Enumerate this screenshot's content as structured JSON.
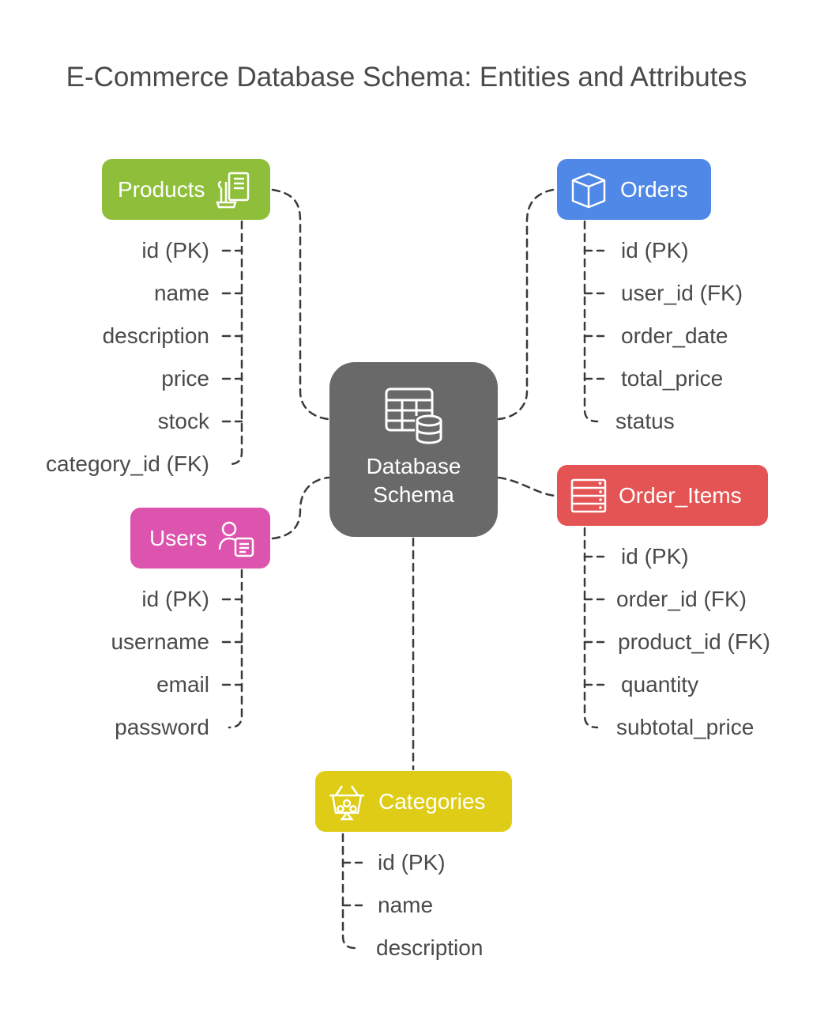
{
  "title": "E-Commerce Database Schema: Entities and Attributes",
  "center": {
    "label_line1": "Database",
    "label_line2": "Schema",
    "icon": "database-table-icon",
    "color": "#696969"
  },
  "products": {
    "label": "Products",
    "icon": "product-catalog-icon",
    "color": "#8fbf3a",
    "attributes": [
      "id (PK)",
      "name",
      "description",
      "price",
      "stock",
      "category_id (FK)"
    ]
  },
  "orders": {
    "label": "Orders",
    "icon": "box-icon",
    "color": "#4f88e6",
    "attributes": [
      "id (PK)",
      "user_id (FK)",
      "order_date",
      "total_price",
      "status"
    ]
  },
  "users": {
    "label": "Users",
    "icon": "user-profile-icon",
    "color": "#dc54ad",
    "attributes": [
      "id (PK)",
      "username",
      "email",
      "password"
    ]
  },
  "order_items": {
    "label": "Order_Items",
    "icon": "server-rack-icon",
    "color": "#e45454",
    "attributes": [
      "id (PK)",
      "order_id (FK)",
      "product_id (FK)",
      "quantity",
      "subtotal_price"
    ]
  },
  "categories": {
    "label": "Categories",
    "icon": "basket-icon",
    "color": "#dfcc16",
    "attributes": [
      "id (PK)",
      "name",
      "description"
    ]
  }
}
